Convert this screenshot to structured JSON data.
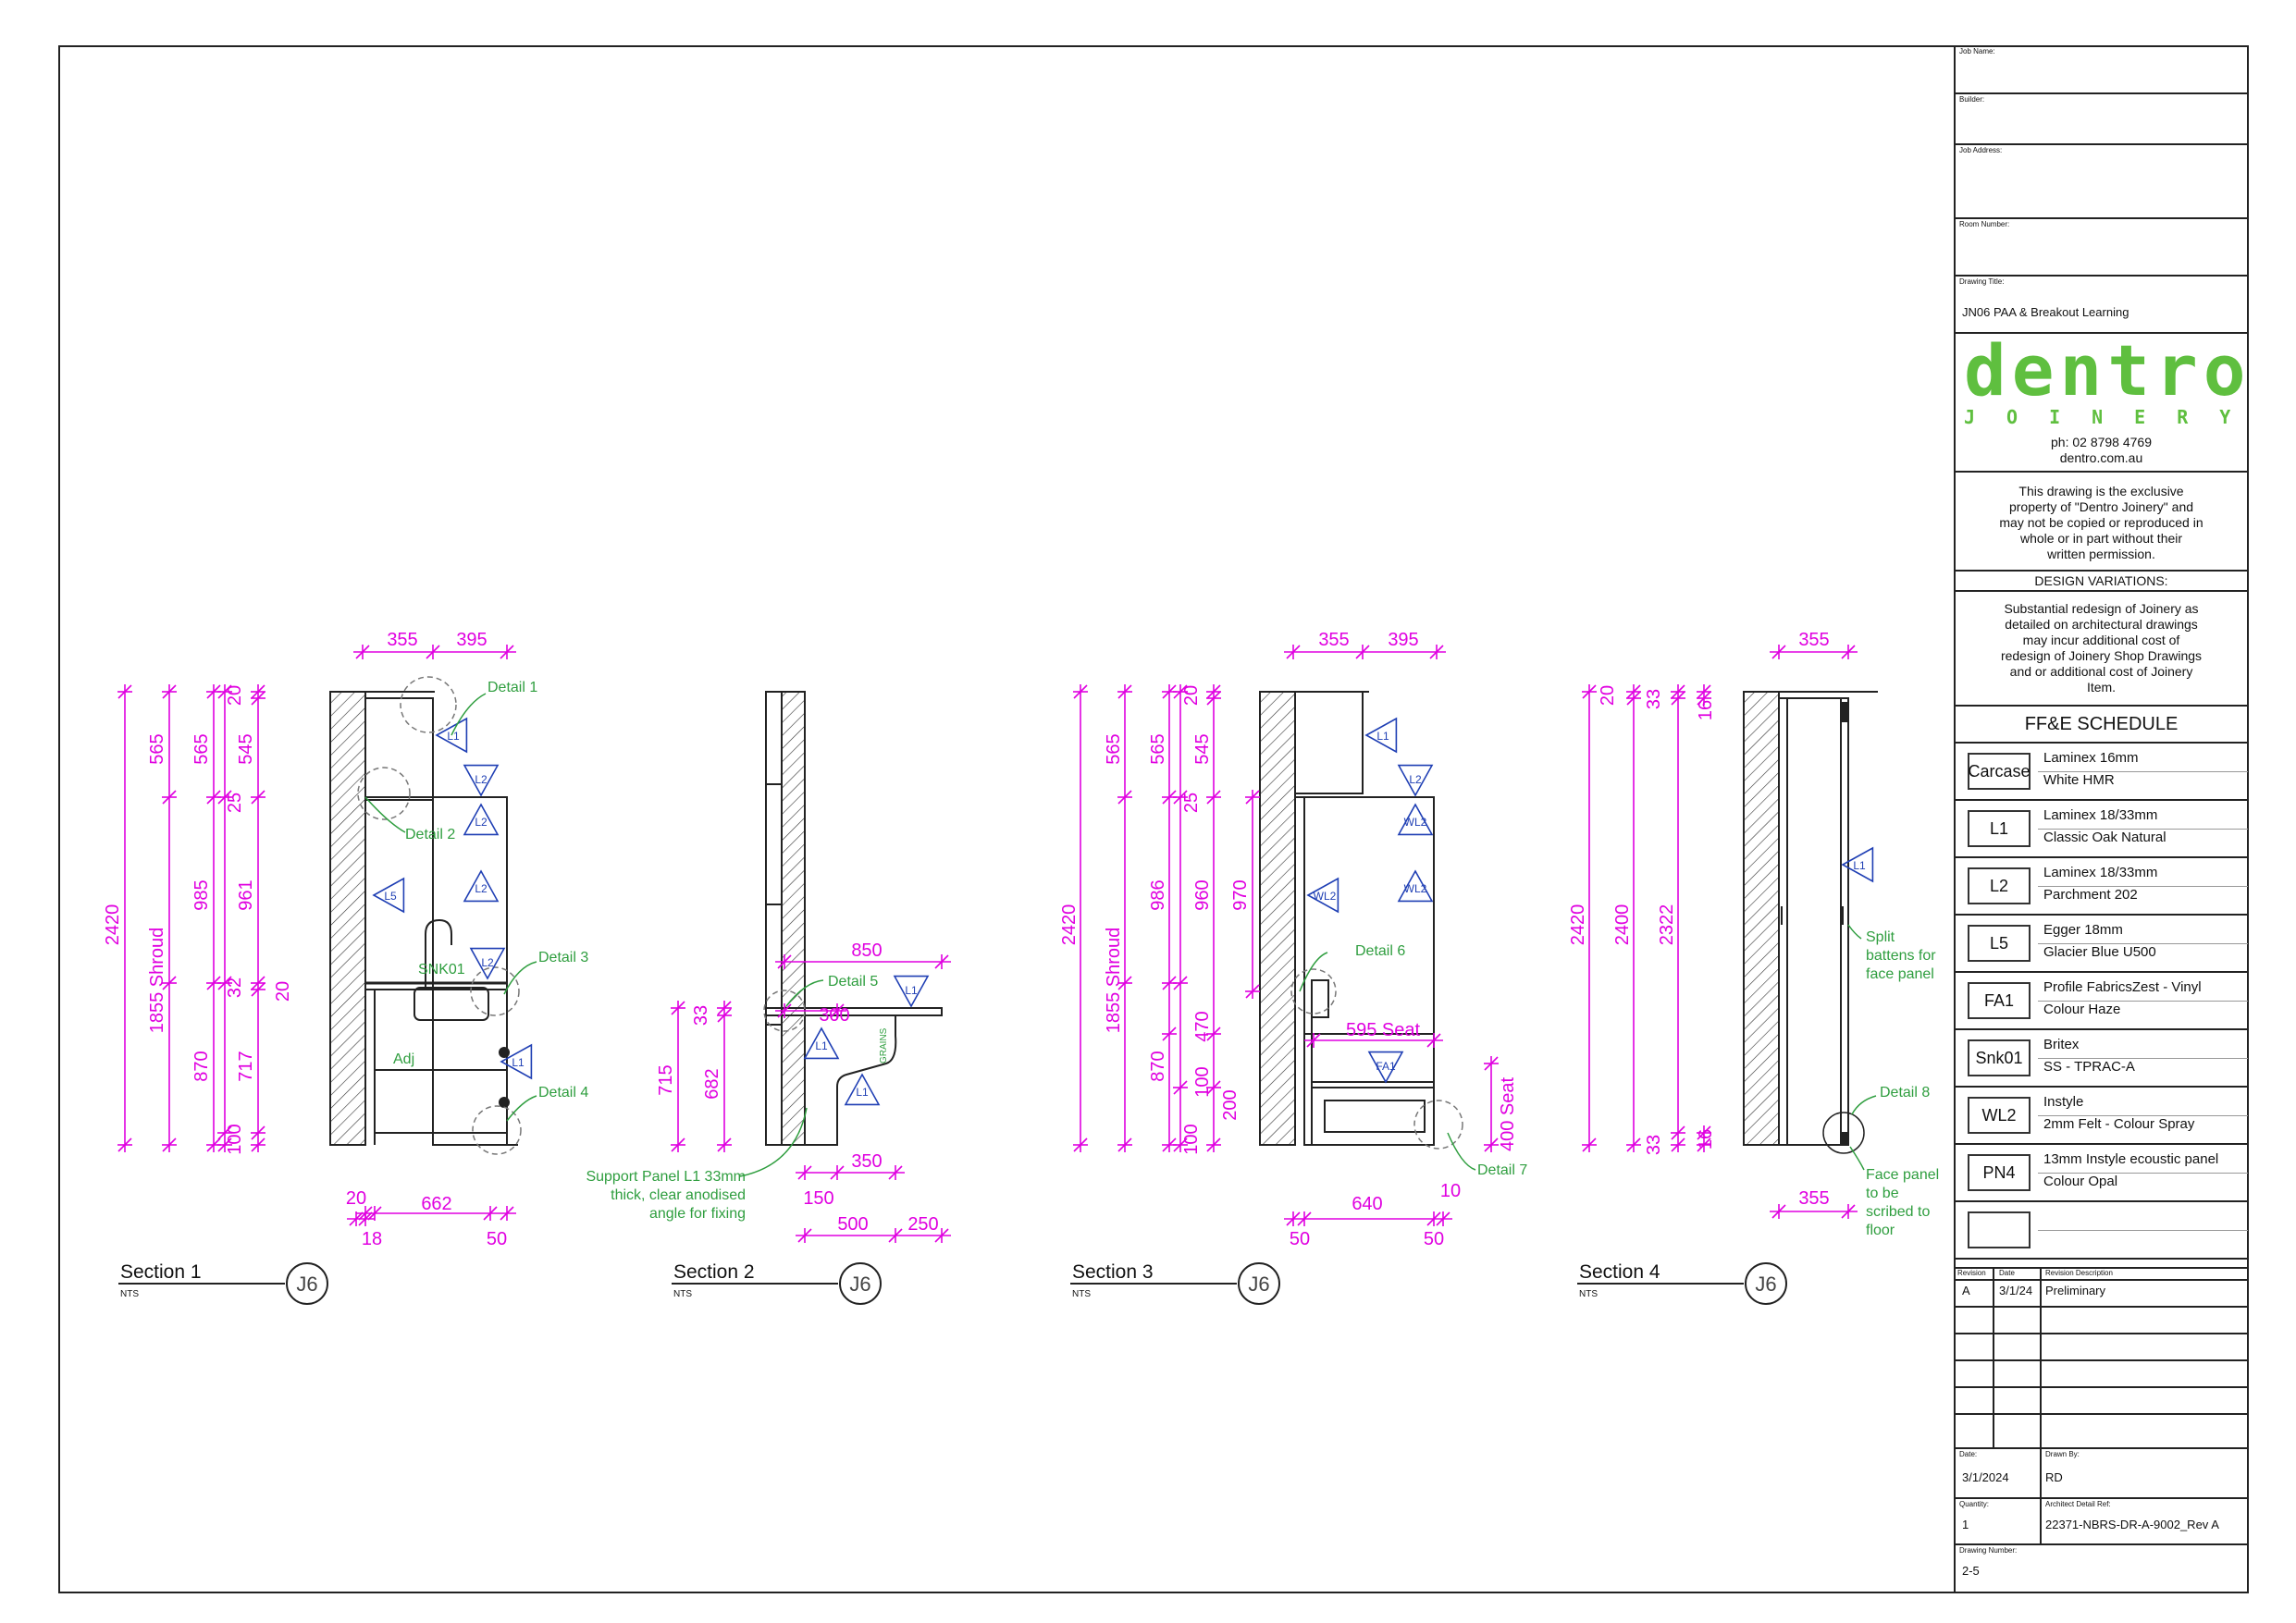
{
  "colors": {
    "dimension": "#e000e0",
    "annotation": "#2f9e3f",
    "tag": "#1f3fb4",
    "line": "#222222",
    "brand": "#5fbf3f"
  },
  "sections": [
    {
      "title": "Section 1",
      "scale": "NTS",
      "ref": "J6"
    },
    {
      "title": "Section 2",
      "scale": "NTS",
      "ref": "J6"
    },
    {
      "title": "Section 3",
      "scale": "NTS",
      "ref": "J6"
    },
    {
      "title": "Section 4",
      "scale": "NTS",
      "ref": "J6"
    }
  ],
  "dims": {
    "s1": {
      "top_a": "355",
      "top_b": "395",
      "overall": "2420",
      "shroud": "1855 Shroud",
      "c2": [
        "565",
        "985",
        "870",
        "100"
      ],
      "c3": [
        "565",
        "25",
        "961",
        "32",
        "717"
      ],
      "c4": [
        "20",
        "545",
        "20"
      ],
      "bot_a": "20",
      "bot_b": "662",
      "bot_c": "18",
      "bot_d": "50"
    },
    "s2": {
      "top": "850",
      "v1": "715",
      "v2": "682",
      "v3": "33",
      "d300": "300",
      "b1": "350",
      "b2": "150",
      "b3": "500",
      "b4": "250"
    },
    "s3": {
      "top_a": "355",
      "top_b": "395",
      "overall": "2420",
      "shroud": "1855 Shroud",
      "c2": [
        "565",
        "986",
        "870",
        "100"
      ],
      "c3": [
        "565",
        "25",
        "960",
        "470",
        "100"
      ],
      "c4": [
        "20",
        "545",
        "200"
      ],
      "d970": "970",
      "seat": "595 Seat",
      "seat400": "400 Seat",
      "bot_a": "640",
      "bot_b": "50",
      "bot_c": "10",
      "bot_d": "50"
    },
    "s4": {
      "top": "355",
      "overall": "2420",
      "c2": "2400",
      "c3": "2322",
      "t20": "20",
      "t33": "33",
      "t16": "16",
      "b33": "33",
      "b16": "16",
      "bot": "355"
    }
  },
  "annotations": {
    "detail1": "Detail 1",
    "detail2": "Detail 2",
    "detail3": "Detail 3",
    "detail4": "Detail 4",
    "detail5": "Detail 5",
    "detail6": "Detail 6",
    "detail7": "Detail 7",
    "detail8": "Detail 8",
    "snk": "SNK01",
    "adj": "Adj",
    "grains": "GRAINS",
    "support": [
      "Support Panel L1 33mm",
      "thick, clear anodised",
      "angle for fixing"
    ],
    "split": [
      "Split",
      "battens for",
      "face panel"
    ],
    "face": [
      "Face panel",
      "to be",
      "scribed to",
      "floor"
    ]
  },
  "tags": {
    "l1": "L1",
    "l2": "L2",
    "l5": "L5",
    "wl2": "WL2",
    "fa1": "FA1"
  },
  "title_block": {
    "job_name_label": "Job Name:",
    "builder_label": "Builder:",
    "job_address_label": "Job Address:",
    "room_number_label": "Room Number:",
    "drawing_title_label": "Drawing Title:",
    "drawing_title": "JN06 PAA & Breakout Learning",
    "logo_word": "dentro",
    "logo_sub": "JOINERY",
    "phone": "ph:  02  8798 4769",
    "website": "dentro.com.au",
    "property_notice": [
      "This drawing is the exclusive",
      "property of \"Dentro Joinery\" and",
      "may not be copied or reproduced in",
      "whole or in part without their",
      "written permission."
    ],
    "design_variations_label": "DESIGN VARIATIONS:",
    "design_variations": [
      "Substantial redesign of Joinery as",
      "detailed on architectural drawings",
      "may incur additional cost of",
      "redesign of Joinery Shop Drawings",
      "and or additional cost of Joinery",
      "Item."
    ],
    "ffe_heading": "FF&E SCHEDULE",
    "ffe": [
      {
        "code": "Carcase",
        "line1": "Laminex 16mm",
        "line2": "White HMR"
      },
      {
        "code": "L1",
        "line1": "Laminex 18/33mm",
        "line2": "Classic Oak Natural"
      },
      {
        "code": "L2",
        "line1": "Laminex 18/33mm",
        "line2": "Parchment 202"
      },
      {
        "code": "L5",
        "line1": "Egger 18mm",
        "line2": "Glacier Blue U500"
      },
      {
        "code": "FA1",
        "line1": "Profile FabricsZest - Vinyl",
        "line2": "Colour Haze"
      },
      {
        "code": "Snk01",
        "line1": "Britex",
        "line2": "SS - TPRAC-A"
      },
      {
        "code": "WL2",
        "line1": "Instyle",
        "line2": "2mm Felt - Colour Spray"
      },
      {
        "code": "PN4",
        "line1": "13mm Instyle ecoustic panel",
        "line2": "Colour Opal"
      },
      {
        "code": "",
        "line1": "",
        "line2": ""
      }
    ],
    "revision_label": "Revision",
    "date_col_label": "Date",
    "rev_desc_label": "Revision Description",
    "revisions": [
      {
        "rev": "A",
        "date": "3/1/24",
        "desc": "Preliminary"
      }
    ],
    "date_label": "Date:",
    "drawn_by_label": "Drawn By:",
    "date": "3/1/2024",
    "drawn_by": "RD",
    "quantity_label": "Quantity:",
    "arch_ref_label": "Architect Detail Ref:",
    "quantity": "1",
    "arch_ref": "22371-NBRS-DR-A-9002_Rev A",
    "drawing_number_label": "Drawing Number:",
    "drawing_number": "2-5"
  }
}
